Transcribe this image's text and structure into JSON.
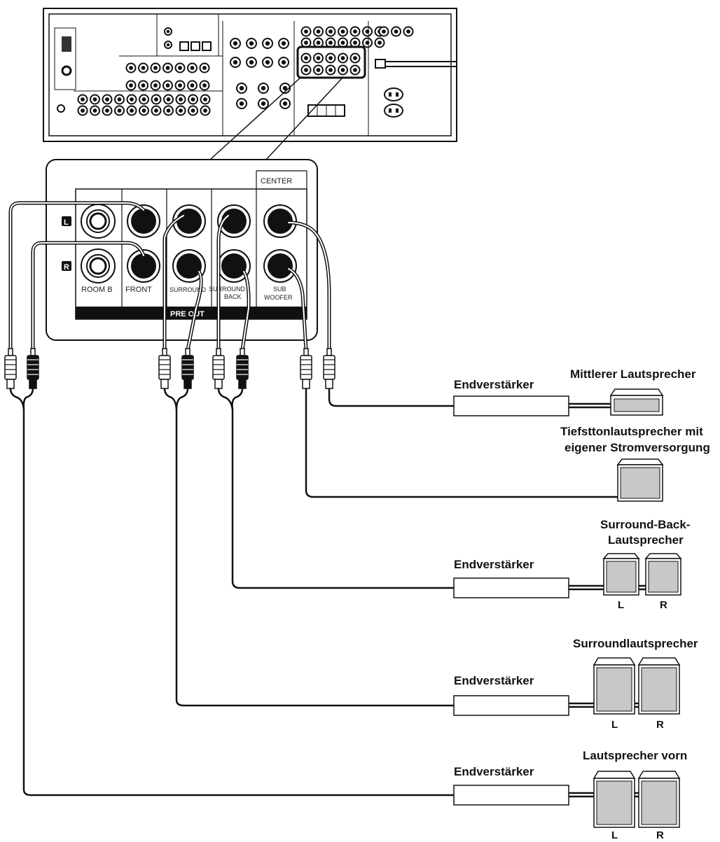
{
  "panel": {
    "center_label": "CENTER",
    "left_marker": "L",
    "right_marker": "R",
    "room_b_label": "ROOM B",
    "front_label": "FRONT",
    "surround_label": "SURROUND",
    "surround_back_line1": "SURROUND",
    "surround_back_line2": "BACK",
    "subwoofer_line1": "SUB",
    "subwoofer_line2": "WOOFER",
    "pre_out_label": "PRE OUT"
  },
  "labels": {
    "amp_label": "Endverstärker",
    "center_speaker": "Mittlerer Lautsprecher",
    "subwoofer_line1": "Tiefsttonlautsprecher mit",
    "subwoofer_line2": "eigener Stromversorgung",
    "surround_back_line1": "Surround-Back-",
    "surround_back_line2": "Lautsprecher",
    "surround_speakers": "Surroundlautsprecher",
    "front_speakers": "Lautsprecher vorn",
    "left": "L",
    "right": "R"
  },
  "colors": {
    "line": "#111111",
    "speaker_fill": "#c8c8c8",
    "device_fill": "#ffffff",
    "jack_fill": "#111111"
  }
}
